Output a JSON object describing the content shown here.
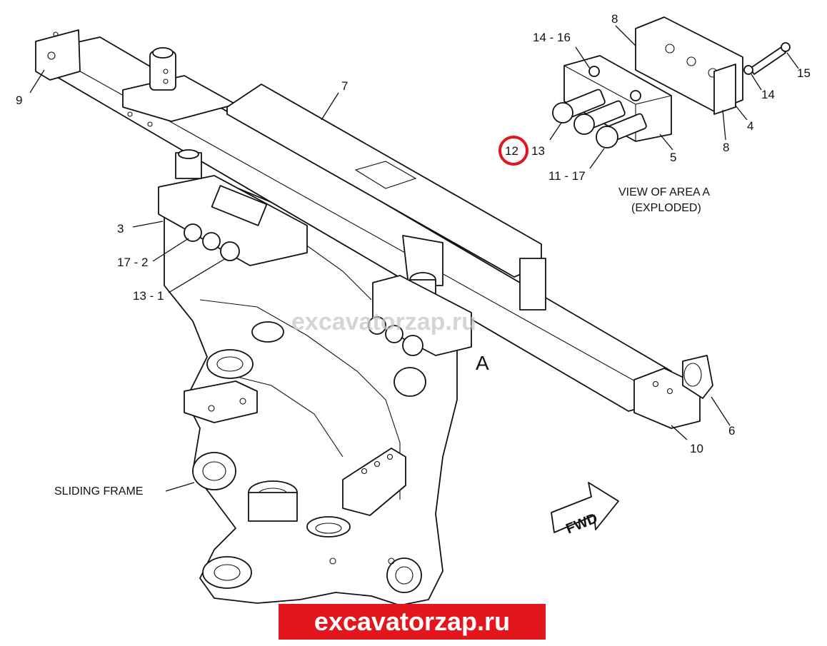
{
  "callouts": {
    "c9": "9",
    "c7": "7",
    "c3": "3",
    "c17_2": "17 - 2",
    "c13_1": "13 - 1",
    "c14_16": "14 - 16",
    "c8_top": "8",
    "c15": "15",
    "c14": "14",
    "c4": "4",
    "c8_bottom": "8",
    "c5": "5",
    "c13": "13",
    "c12": "12",
    "c11_17": "11 - 17",
    "c6": "6",
    "c10": "10"
  },
  "area_marker": "A",
  "view_caption": {
    "line1": "VIEW OF AREA A",
    "line2": "(EXPLODED)"
  },
  "sliding_frame_label": "SLIDING FRAME",
  "fwd_label": "FWD",
  "watermark": "excavatorzap.ru",
  "banner_text": "excavatorzap.ru",
  "colors": {
    "highlight_ring": "#e3161d",
    "banner_bg": "#e3161d",
    "banner_text": "#ffffff",
    "line": "#111111"
  }
}
